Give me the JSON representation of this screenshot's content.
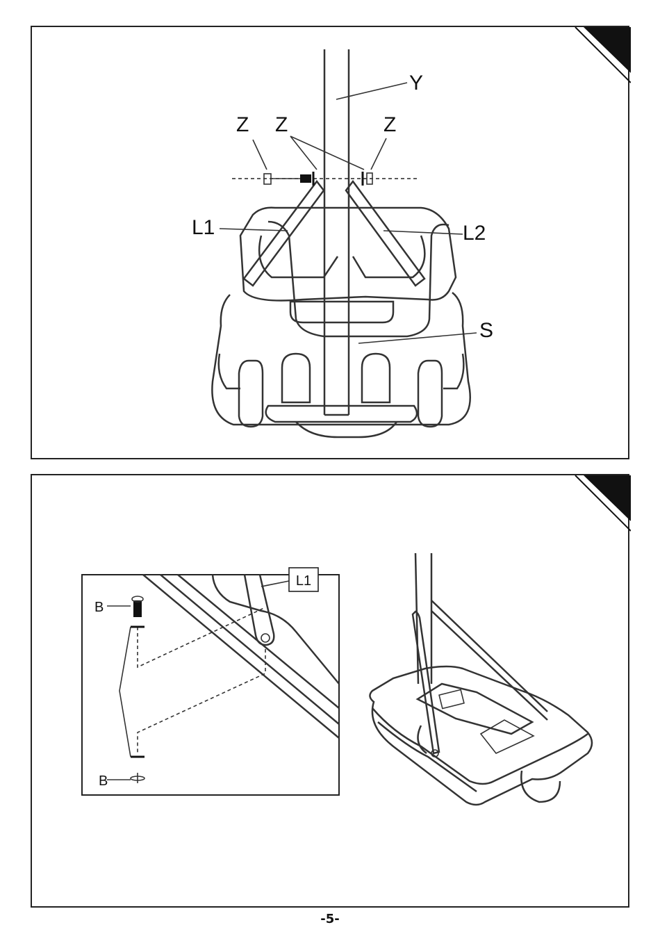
{
  "top_diagram": {
    "labels": {
      "y": "Y",
      "z1": "Z",
      "z2": "Z",
      "z3": "Z",
      "l1": "L1",
      "l2": "L2",
      "s": "S"
    }
  },
  "bottom_diagram": {
    "detail_labels": {
      "l1": "L1",
      "b_top": "B",
      "b_bottom": "B"
    }
  },
  "footer": {
    "page_number": "-5-"
  }
}
